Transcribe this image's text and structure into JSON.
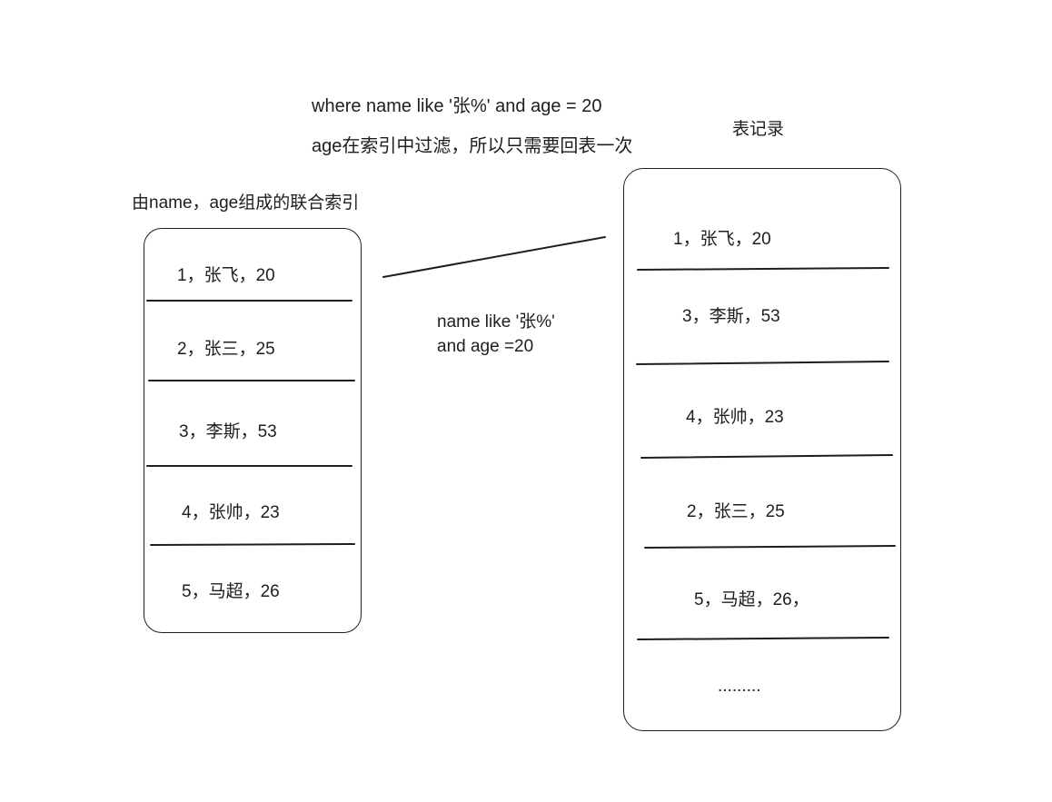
{
  "query": {
    "line1": "where name like '张%' and age = 20",
    "line2": "age在索引中过滤，所以只需要回表一次"
  },
  "index": {
    "title": "由name，age组成的联合索引",
    "rows": [
      "1，张飞，20",
      "2，张三，25",
      "3，李斯，53",
      "4，张帅，23",
      "5，马超，26"
    ]
  },
  "connector_label": {
    "line1": "name like '张%'",
    "line2": "and age =20"
  },
  "table": {
    "title": "表记录",
    "rows": [
      "1，张飞，20",
      "3，李斯，53",
      "4，张帅，23",
      "2，张三，25",
      "5，马超，26，",
      "........."
    ]
  },
  "colors": {
    "stroke": "#1e1e1e",
    "background": "#ffffff"
  }
}
